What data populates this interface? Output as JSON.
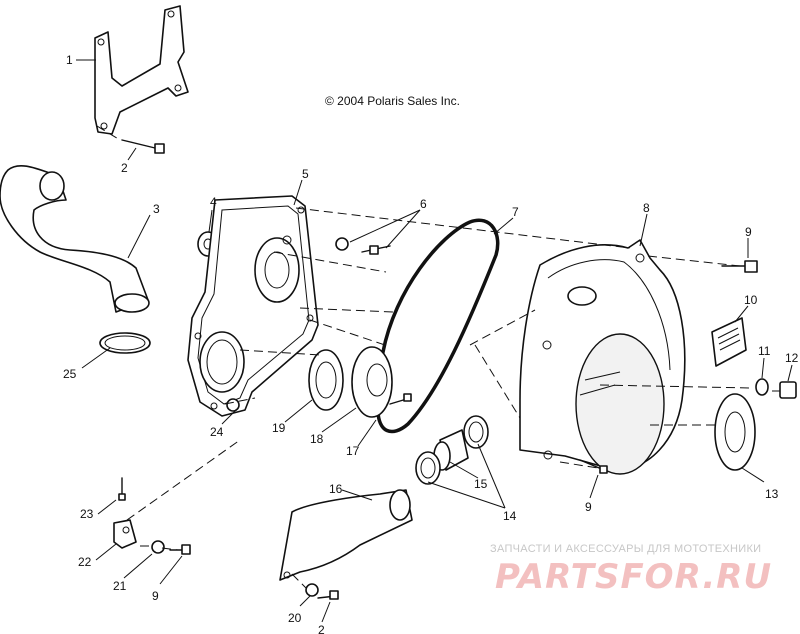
{
  "copyright": "© 2004 Polaris Sales Inc.",
  "watermark": {
    "tagline": "ЗАПЧАСТИ И АКСЕССУАРЫ ДЛЯ МОТОТЕХНИКИ",
    "logo": "PARTSFOR.RU"
  },
  "callouts": {
    "c1": "1",
    "c2a": "2",
    "c3": "3",
    "c4": "4",
    "c5": "5",
    "c6": "6",
    "c7": "7",
    "c8": "8",
    "c9a": "9",
    "c10": "10",
    "c11": "11",
    "c12": "12",
    "c25": "25",
    "c24": "24",
    "c19": "19",
    "c18": "18",
    "c17": "17",
    "c15": "15",
    "c14": "14",
    "c9b": "9",
    "c13": "13",
    "c16": "16",
    "c23": "23",
    "c22": "22",
    "c21": "21",
    "c9c": "9",
    "c20": "20",
    "c2b": "2"
  }
}
